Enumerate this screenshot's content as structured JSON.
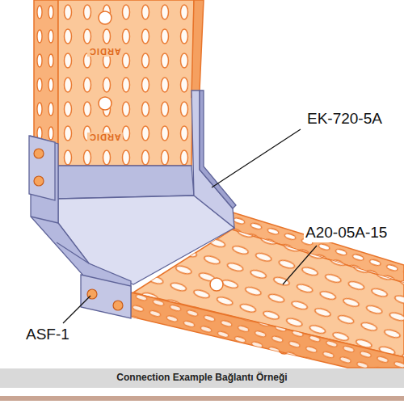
{
  "diagram": {
    "caption": "Connection Example Bağlantı Örneği",
    "labels": [
      "EK-720-5A",
      "A20-05A-15",
      "ASF-1",
      "ARDIC",
      "ARDIC"
    ]
  }
}
